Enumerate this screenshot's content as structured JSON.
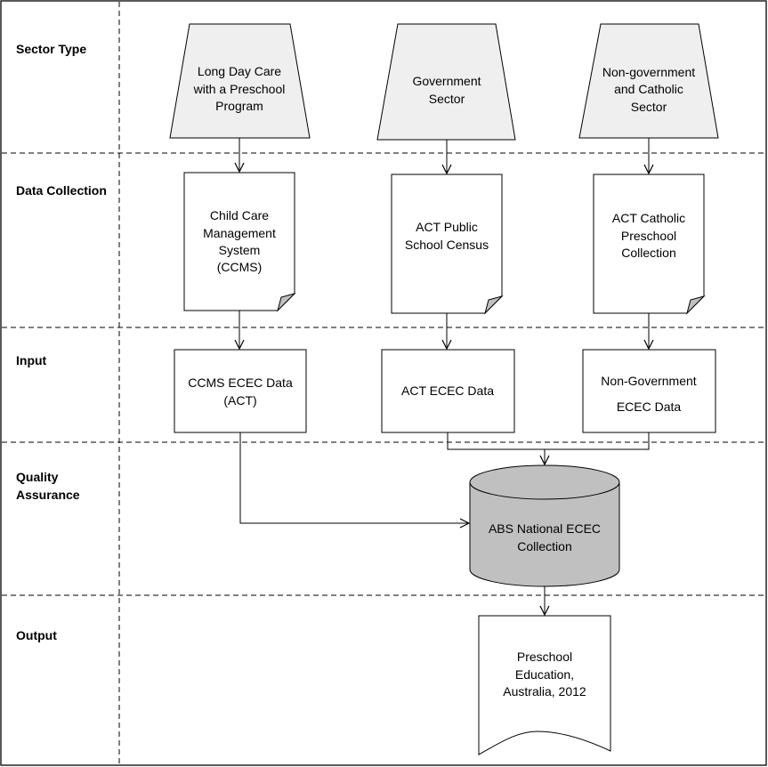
{
  "rows": {
    "sector_type": "Sector Type",
    "data_collection": "Data Collection",
    "input": "Input",
    "quality_assurance_line1": "Quality",
    "quality_assurance_line2": "Assurance",
    "output": "Output"
  },
  "sectors": {
    "long_day_care": [
      "Long Day Care",
      "with a Preschool",
      "Program"
    ],
    "government": [
      "Government",
      "Sector"
    ],
    "non_government": [
      "Non-government",
      "and Catholic",
      "Sector"
    ]
  },
  "collections": {
    "ccms": [
      "Child Care",
      "Management",
      "System",
      "(CCMS)"
    ],
    "act_public": [
      "ACT Public",
      "School Census"
    ],
    "act_catholic": [
      "ACT Catholic",
      "Preschool",
      "Collection"
    ]
  },
  "inputs": {
    "ccms_ecec": [
      "CCMS ECEC Data",
      "(ACT)"
    ],
    "act_ecec": [
      "ACT ECEC Data"
    ],
    "non_gov_ecec": [
      "Non-Government",
      "ECEC Data"
    ]
  },
  "quality": {
    "abs_national": [
      "ABS National ECEC",
      "Collection"
    ]
  },
  "outputs": {
    "preschool_education": [
      "Preschool",
      "Education,",
      "Australia, 2012"
    ]
  },
  "colors": {
    "sector_fill": "#efefef",
    "database_fill": "#c0c0c0",
    "border": "#000000"
  }
}
